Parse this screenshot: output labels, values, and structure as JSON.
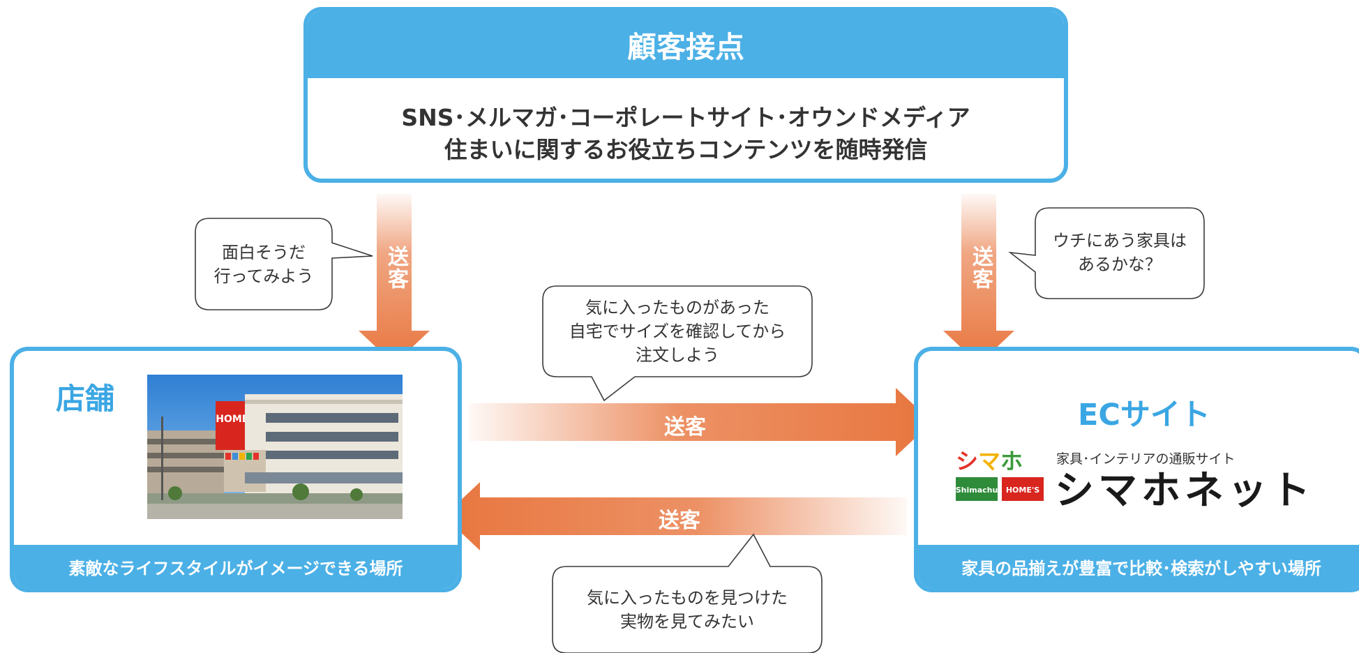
{
  "top_panel": {
    "title": "顧客接点",
    "line1": "SNS･メルマガ･コーポレートサイト･オウンドメディア",
    "line2": "住まいに関するお役立ちコンテンツを随時発信"
  },
  "store_panel": {
    "title": "店舗",
    "footer": "素敵なライフスタイルがイメージできる場所",
    "sign_text": "HOME'S"
  },
  "ec_panel": {
    "title": "ECサイト",
    "footer": "家具の品揃えが豊富で比較･検索がしやすい場所",
    "logo_tagline": "家具･インテリアの通販サイト",
    "logo_name": "シマホネット",
    "logo_mark": "シマホ",
    "badge_left": "Shimachu",
    "badge_right": "HOME'S"
  },
  "arrows": {
    "left_vertical": "送客",
    "right_vertical": "送客",
    "to_ec": "送客",
    "to_store": "送客"
  },
  "bubbles": {
    "left_top": [
      "面白そうだ",
      "行ってみよう"
    ],
    "right_top": [
      "ウチにあう家具は",
      "あるかな？"
    ],
    "center_top": [
      "気に入ったものがあった",
      "自宅でサイズを確認してから",
      "注文しよう"
    ],
    "center_bottom": [
      "気に入ったものを見つけた",
      "実物を見てみたい"
    ]
  },
  "colors": {
    "accent_blue": "#4bb0e6",
    "arrow_orange": "#e8763f"
  }
}
